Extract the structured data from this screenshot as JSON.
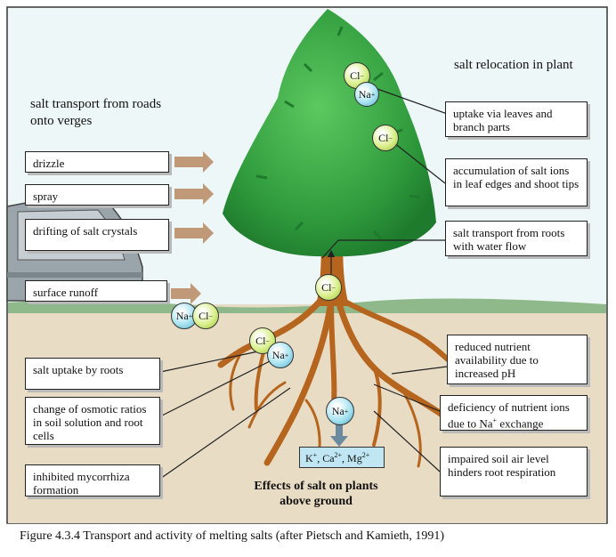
{
  "titles": {
    "roads": "salt transport from roads onto verges",
    "relocation": "salt relocation in plant",
    "effects": "Effects of salt on plants above ground"
  },
  "left_labels": {
    "drizzle": "drizzle",
    "spray": "spray",
    "drifting": "drifting of salt crystals",
    "runoff": "surface runoff",
    "uptake_roots": "salt uptake by roots",
    "osmotic": "change of osmotic ratios in soil solution and root cells",
    "mycorrhiza": "inhibited mycorrhiza formation"
  },
  "right_labels": {
    "leaves": "uptake via leaves and branch parts",
    "accumulation": "accumulation of salt ions in leaf edges and shoot tips",
    "transport": "salt transport from roots with water flow",
    "nutrient_ph": "reduced nutrient availability due to increased pH",
    "deficiency": "deficiency of nutrient ions due to Na",
    "deficiency_sup": "+",
    "deficiency_tail": " exchange",
    "soil_air": "impaired soil air level hinders root respiration"
  },
  "ions": {
    "cl": "Cl",
    "cl_charge": "−",
    "na": "Na",
    "na_charge": "+"
  },
  "cations": {
    "k": "K",
    "k_charge": "+",
    "ca": "Ca",
    "ca_charge": "2+",
    "mg": "Mg",
    "mg_charge": "2+"
  },
  "caption": "Figure 4.3.4 Transport and activity of melting salts (after Pietsch and Kamieth, 1991)",
  "colors": {
    "sky": "#eef7f8",
    "soil": "#e9dcc4",
    "grass": "#8fb98a",
    "foliage": "#37a844",
    "trunk": "#b5651d",
    "arrow": "#c09a78",
    "chloride_ion": "#d9ef8a",
    "sodium_ion": "#a9e3f0"
  }
}
